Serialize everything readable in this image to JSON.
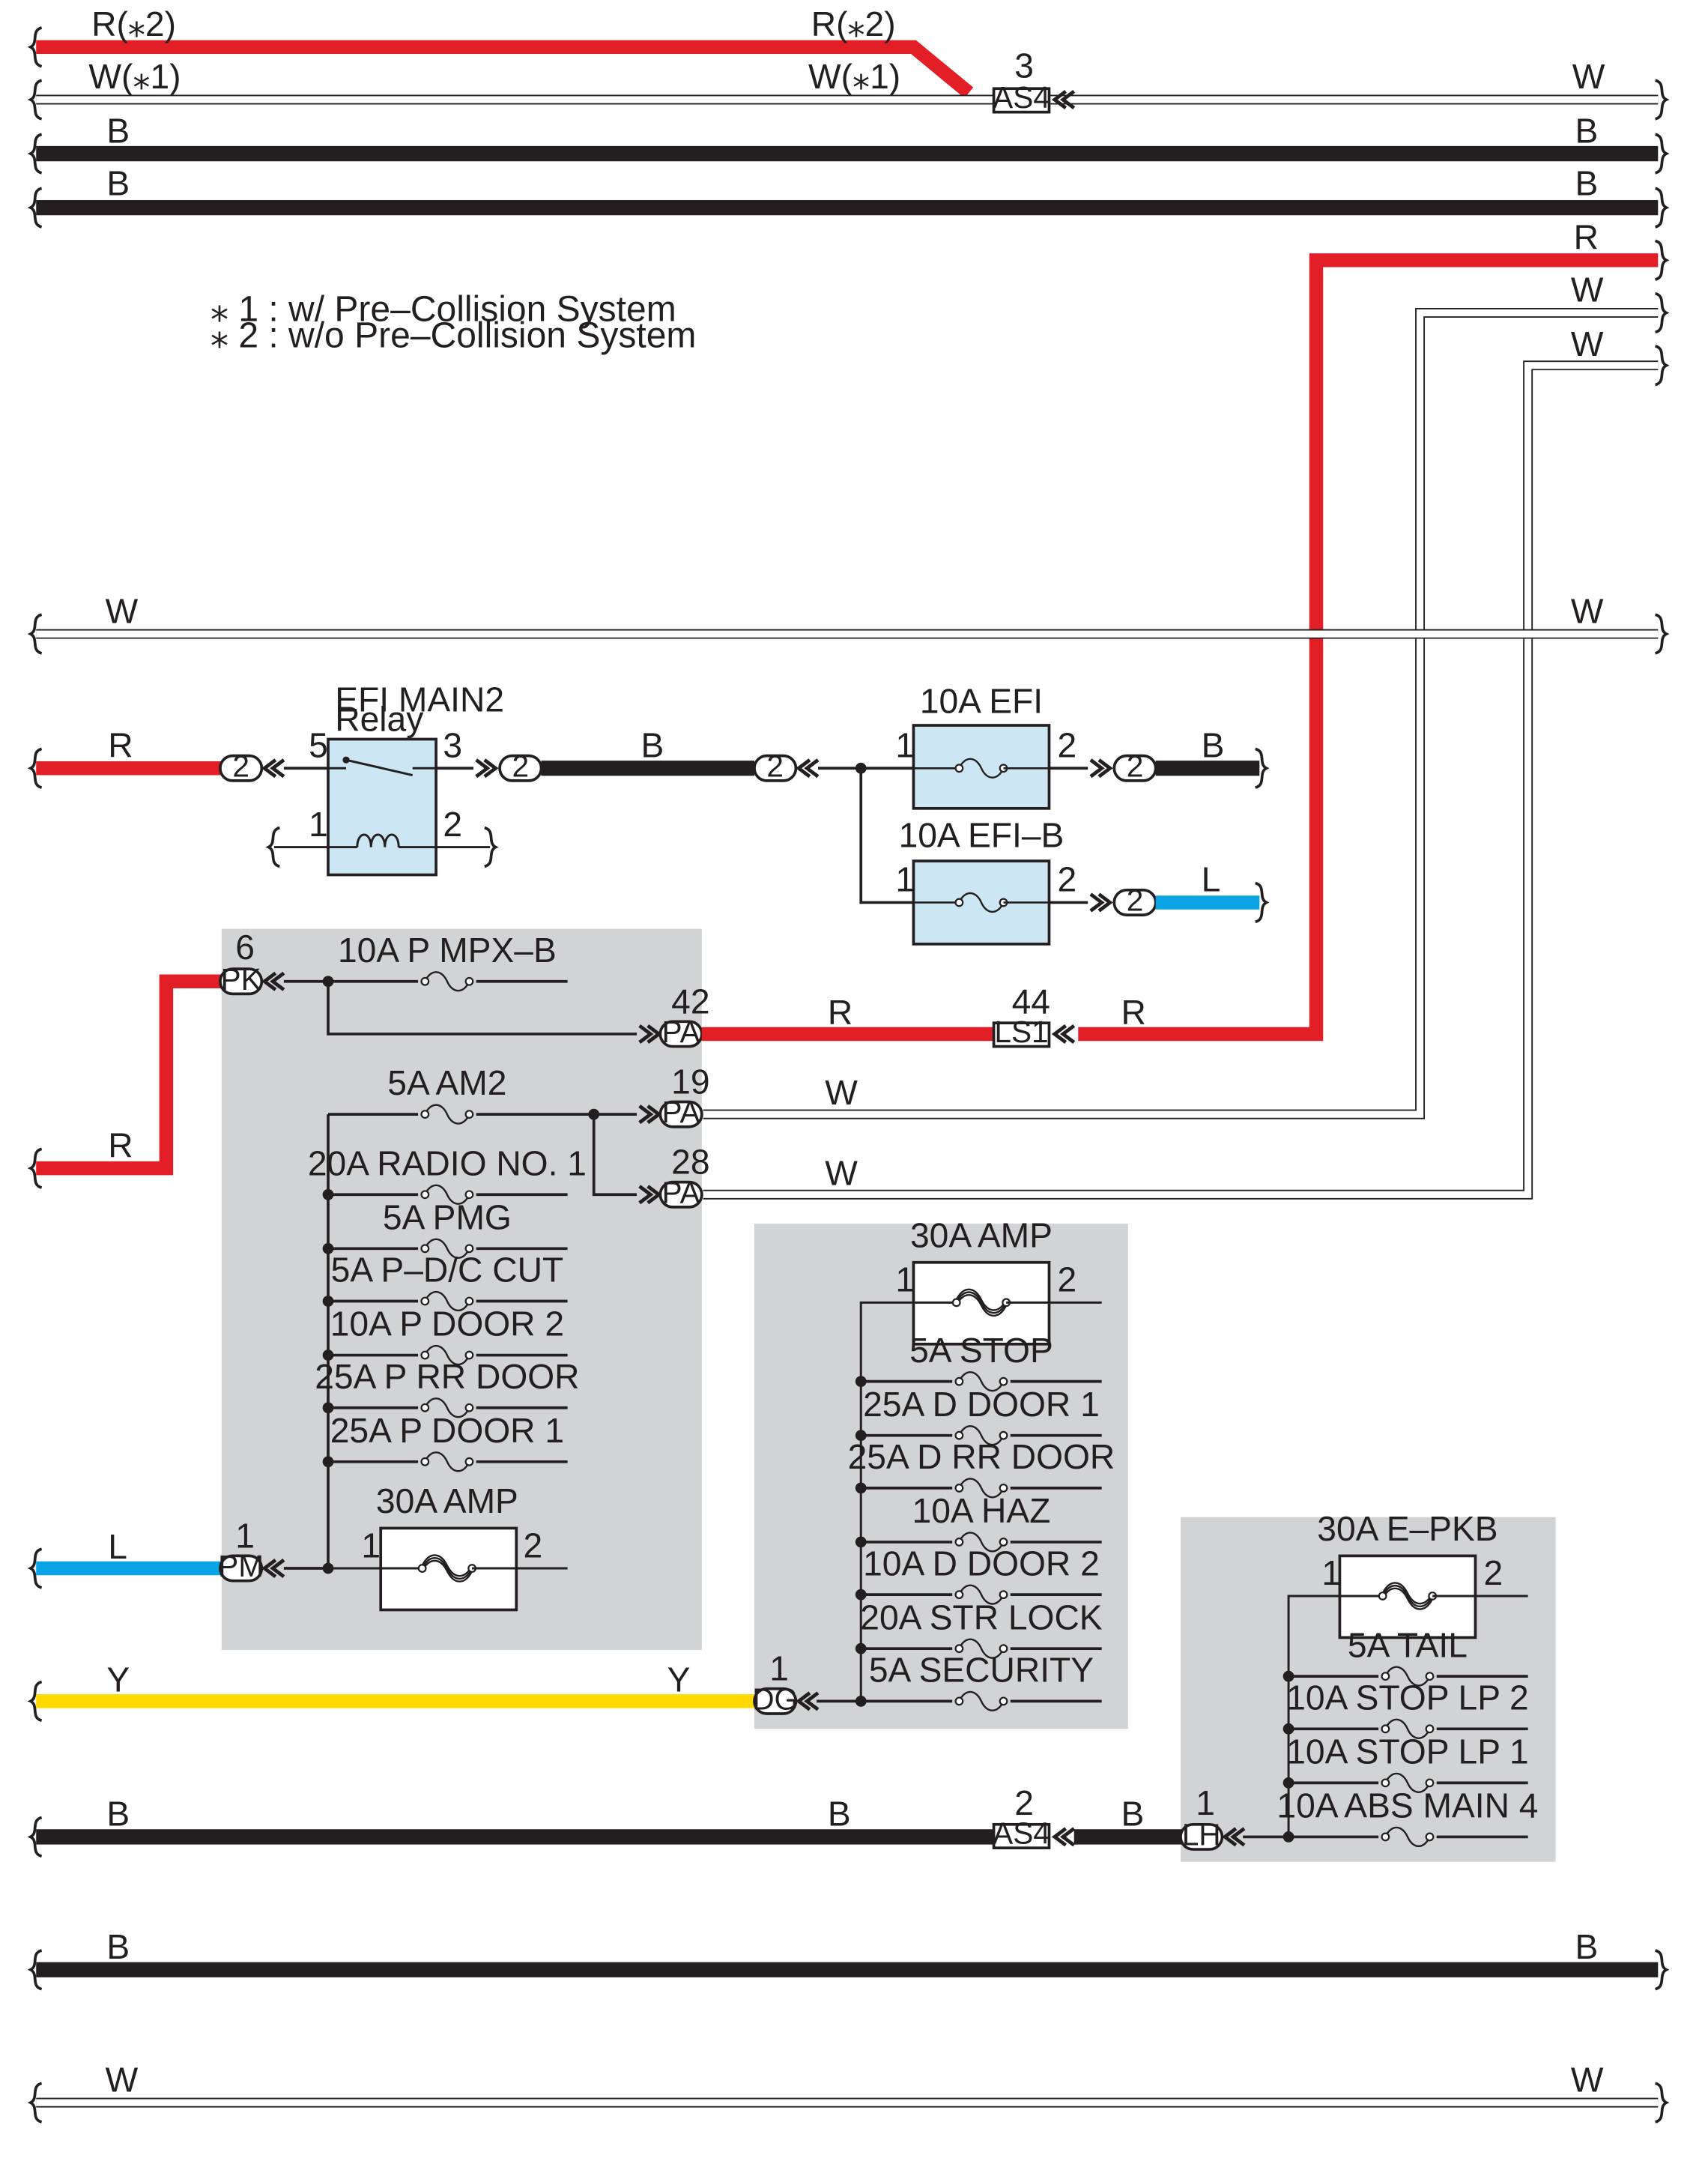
{
  "colors": {
    "R": "#e21f26",
    "W": "#ffffff",
    "B": "#231f20",
    "L": "#0aa3e3",
    "Y": "#ffd900",
    "box_fill": "#d1d3d4",
    "device_fill": "#cde6f4"
  },
  "notes": [
    "⁎ 1 : w/ Pre–Collision System",
    "⁎ 2 : w/o Pre–Collision System"
  ],
  "top_wires": [
    {
      "left": "R(⁎2)",
      "mid": "R(⁎2)",
      "right": ""
    },
    {
      "left": "W(⁎1)",
      "mid": "W(⁎1)",
      "right": "W"
    },
    {
      "left": "B",
      "mid": "",
      "right": "B"
    },
    {
      "left": "B",
      "mid": "",
      "right": "B"
    }
  ],
  "right_stubs": [
    "R",
    "W",
    "W"
  ],
  "mid_w_wire": {
    "left": "W",
    "right": "W"
  },
  "connectors": {
    "as4_top": {
      "name": "AS4",
      "pin": "3"
    },
    "as4_bottom": {
      "name": "AS4",
      "pin": "2"
    },
    "ls1": {
      "name": "LS1",
      "pin": "44"
    },
    "pk": {
      "name": "PK",
      "pin": "6"
    },
    "pa_42": {
      "name": "PA",
      "pin": "42"
    },
    "pa_19": {
      "name": "PA",
      "pin": "19"
    },
    "pa_28": {
      "name": "PA",
      "pin": "28"
    },
    "pm": {
      "name": "PM",
      "pin": "1"
    },
    "dg": {
      "name": "DG",
      "pin": "1"
    },
    "lh": {
      "name": "LH",
      "pin": "1"
    },
    "oval_2": "2"
  },
  "relay": {
    "title_line1": "EFI MAIN2",
    "title_line2": "Relay",
    "pins": [
      "5",
      "3",
      "1",
      "2"
    ]
  },
  "efi_section": {
    "fuse_efi": "10A EFI",
    "fuse_efi_b": "10A EFI–B",
    "pin1": "1",
    "pin2": "2",
    "wire_r": "R",
    "wire_b_mid": "B",
    "wire_b_out": "B",
    "wire_l_out": "L"
  },
  "box1": {
    "fuses": [
      "10A P MPX–B",
      "5A AM2",
      "20A RADIO NO. 1",
      "5A PMG",
      "5A P–D/C CUT",
      "10A P DOOR 2",
      "25A P RR DOOR",
      "25A P DOOR 1"
    ],
    "amp_title": "30A AMP",
    "amp_pin1": "1",
    "amp_pin2": "2",
    "wire_pk_in": "R",
    "wire_pa42": "R",
    "wire_ls1_r": "R",
    "wire_pa19": "W",
    "wire_pa28": "W",
    "wire_pm_in": "L"
  },
  "box2": {
    "amp_title": "30A AMP",
    "amp_pin1": "1",
    "amp_pin2": "2",
    "fuses": [
      "5A STOP",
      "25A D DOOR 1",
      "25A D RR DOOR",
      "10A HAZ",
      "10A D DOOR 2",
      "20A STR LOCK",
      "5A SECURITY"
    ],
    "wire_y_left": "Y",
    "wire_y_right": "Y"
  },
  "box3": {
    "amp_title": "30A E–PKB",
    "amp_pin1": "1",
    "amp_pin2": "2",
    "fuses": [
      "5A TAIL",
      "10A STOP LP 2",
      "10A STOP LP 1",
      "10A ABS MAIN 4"
    ],
    "wire_b_left": "B",
    "wire_b_mid": "B",
    "wire_b_right": "B"
  },
  "bottom_wires": [
    {
      "left": "B",
      "right": "B"
    },
    {
      "left": "W",
      "right": "W"
    }
  ]
}
